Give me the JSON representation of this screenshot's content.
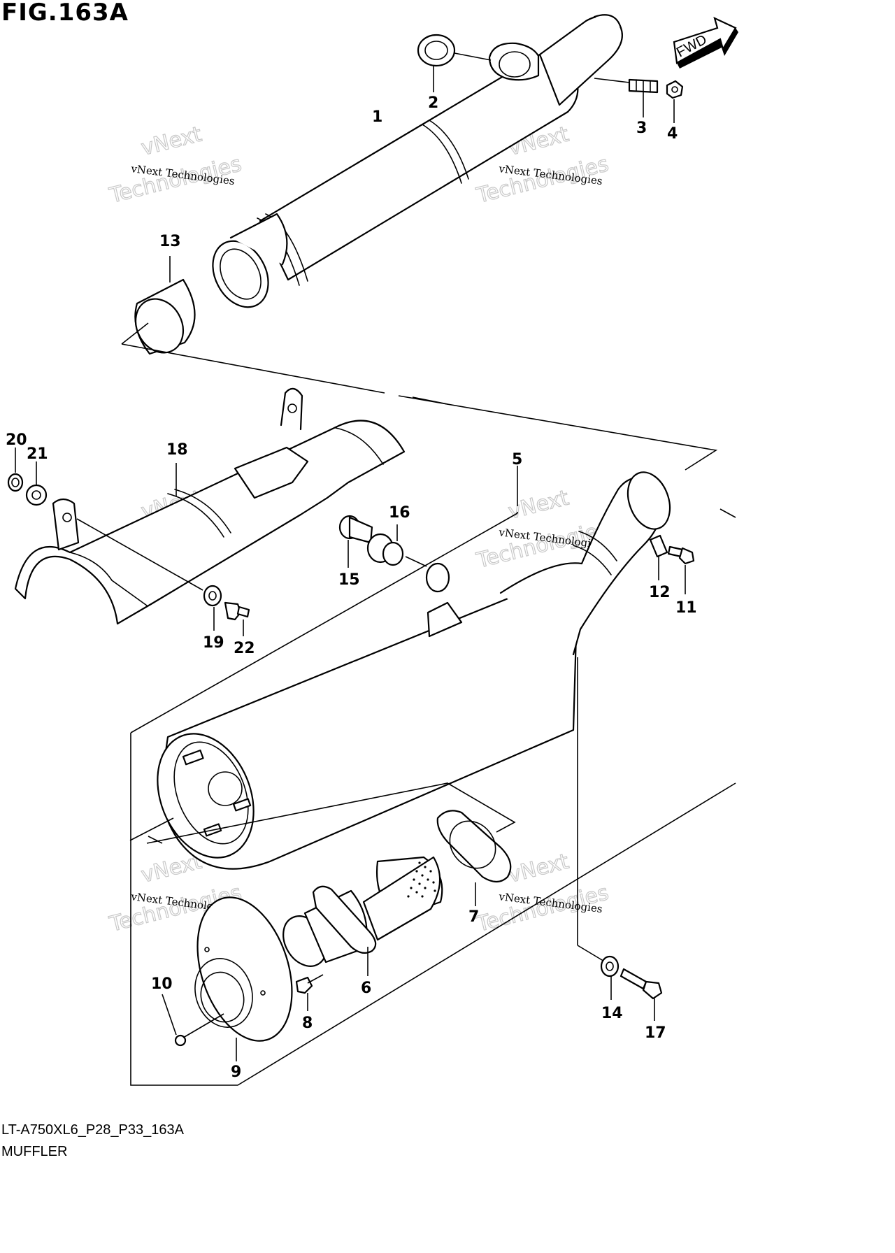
{
  "figure": {
    "title": "FIG.163A",
    "code": "LT-A750XL6_P28_P33_163A",
    "name": "MUFFLER",
    "fwd_label": "FWD"
  },
  "watermark": {
    "line1": "vNext Technologies",
    "line2": "vNext",
    "line3": "Technologies"
  },
  "callouts": [
    "1",
    "2",
    "3",
    "4",
    "5",
    "6",
    "7",
    "8",
    "9",
    "10",
    "11",
    "12",
    "13",
    "14",
    "15",
    "16",
    "17",
    "18",
    "19",
    "20",
    "21",
    "22"
  ]
}
